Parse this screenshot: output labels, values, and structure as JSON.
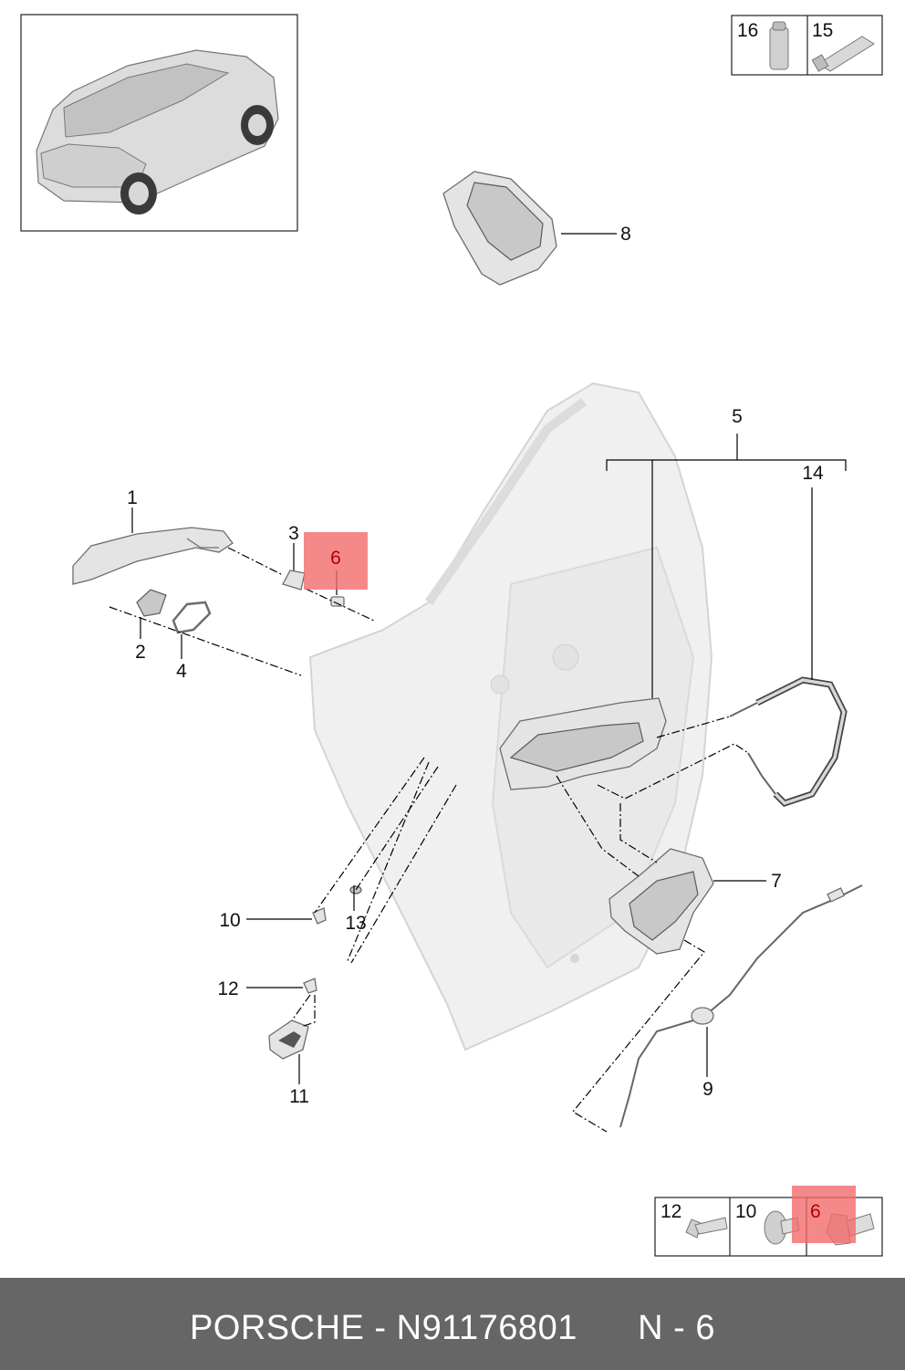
{
  "callouts": {
    "c1": "1",
    "c2": "2",
    "c3": "3",
    "c4": "4",
    "c5": "5",
    "c6": "6",
    "c7": "7",
    "c8": "8",
    "c9": "9",
    "c10": "10",
    "c11": "11",
    "c12": "12",
    "c13": "13",
    "c14": "14"
  },
  "legend_top": {
    "a": "16",
    "b": "15"
  },
  "legend_bottom": {
    "a": "12",
    "b": "10",
    "c": "6"
  },
  "highlight_color": "#f36b6b",
  "footer": {
    "text": "PORSCHE - N91176801      N - 6"
  }
}
